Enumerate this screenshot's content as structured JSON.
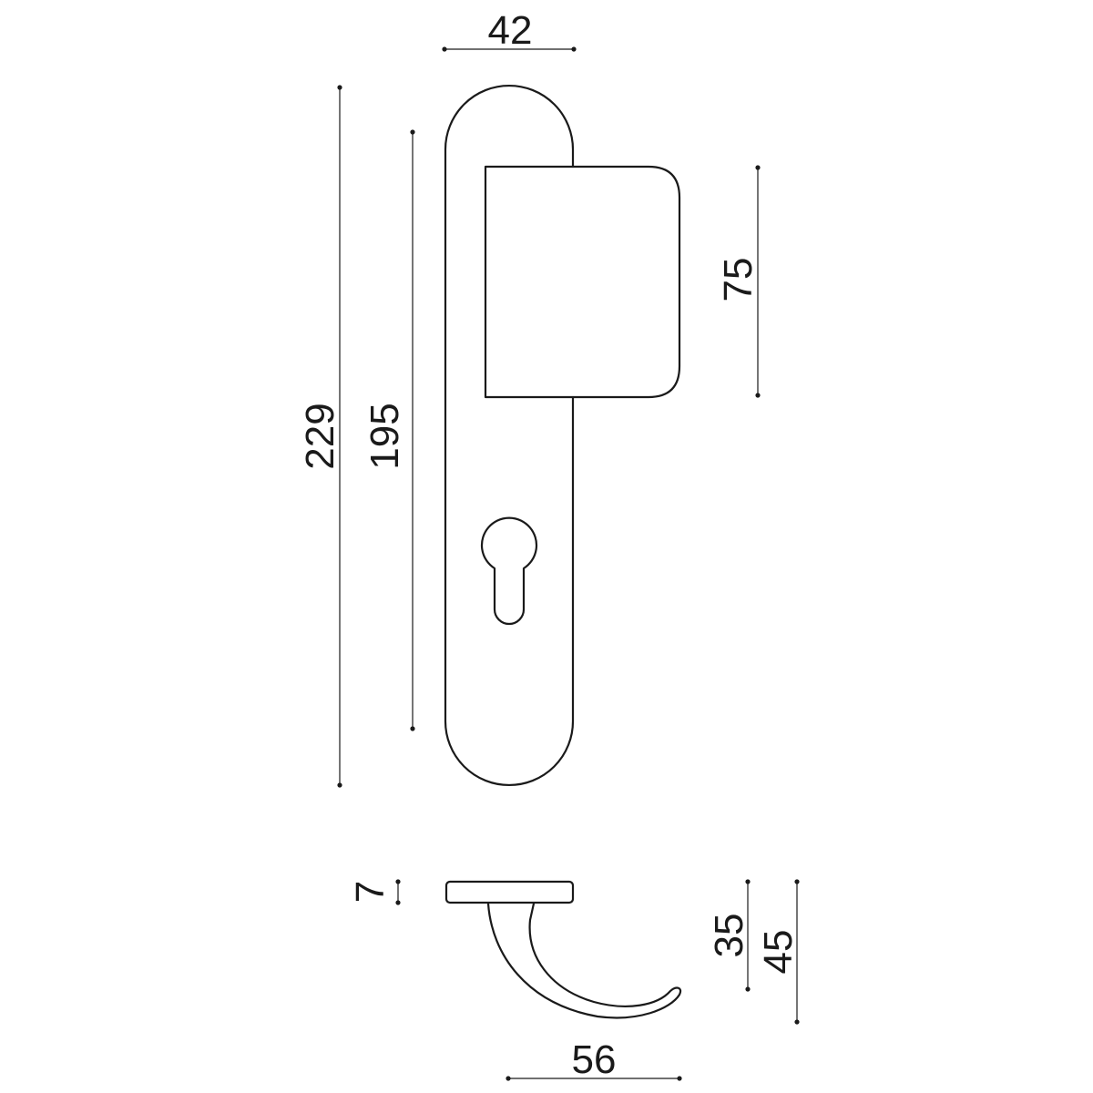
{
  "dimensions": {
    "plate_width": "42",
    "overall_height": "229",
    "plate_height": "195",
    "handle_height": "75",
    "rose_thickness": "7",
    "lever_drop_inner": "35",
    "lever_drop_outer": "45",
    "lever_projection": "56"
  },
  "colors": {
    "line": "#1a1a1a",
    "background": "#ffffff"
  }
}
